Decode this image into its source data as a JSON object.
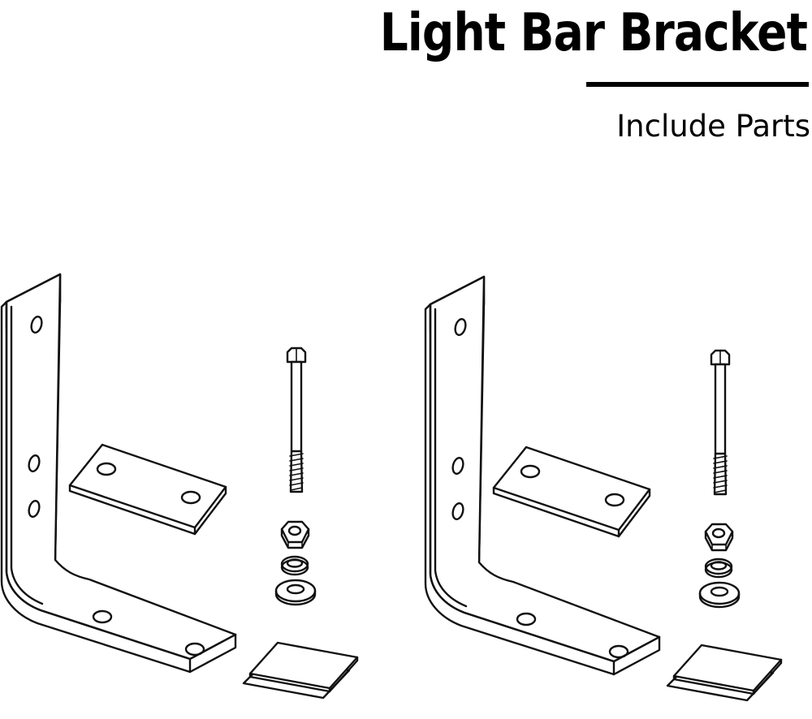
{
  "header": {
    "title": "Light Bar Bracket",
    "subtitle": "Include Parts"
  },
  "figure": {
    "kit_count": 2,
    "parts_per_kit": [
      "l-bracket-icon",
      "flat-plate-icon",
      "hex-bolt-icon",
      "hex-nut-icon",
      "lock-washer-icon",
      "flat-washer-icon",
      "adhesive-pad-icon"
    ],
    "line_color": "#111111",
    "background": "#ffffff"
  }
}
